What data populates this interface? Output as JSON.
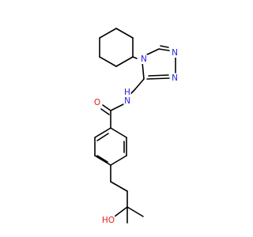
{
  "structure": {
    "atom_labels": {
      "triazole_n4": "N",
      "triazole_n1": "N",
      "triazole_n2": "N",
      "amide_n": "N",
      "amide_h": "H",
      "carbonyl_o": "O",
      "hydroxyl": "HO"
    },
    "colors": {
      "bond": "#000000",
      "nitrogen": "#2323e5",
      "oxygen": "#e02020"
    }
  }
}
